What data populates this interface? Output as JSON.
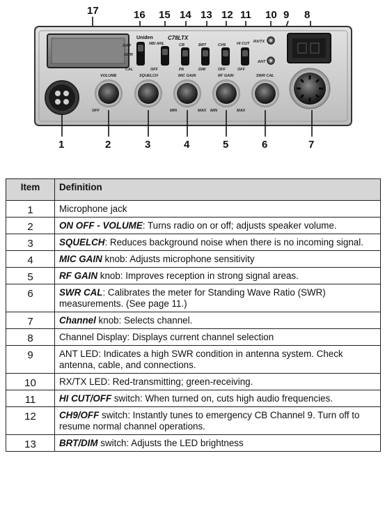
{
  "figure": {
    "brand": "Uniden",
    "model": "C78LTX",
    "callouts": [
      "17",
      "16",
      "15",
      "14",
      "13",
      "12",
      "11",
      "10",
      "9",
      "8",
      "1",
      "2",
      "3",
      "4",
      "5",
      "6",
      "7"
    ],
    "panel_labels": {
      "volume": "VOLUME",
      "squelch": "SQUELCH",
      "mic_gain": "MIC GAIN",
      "rf_gain": "RF GAIN",
      "swr_cal": "SWR CAL",
      "off": "OFF",
      "min": "MIN",
      "max": "MAX",
      "s_rf": "S/RF",
      "swr": "SWR",
      "cal": "CAL",
      "nb_anl": "NB/ ANL",
      "sw_off": "OFF",
      "cb": "CB",
      "pa": "PA",
      "brt": "BRT",
      "dim": "DIM",
      "ch9": "CH9",
      "off2": "OFF",
      "hi_cut": "HI CUT",
      "off3": "OFF",
      "rx_tx": "RX/TX",
      "ant": "ANT"
    }
  },
  "table": {
    "headers": {
      "item": "Item",
      "definition": "Definition"
    },
    "rows": [
      {
        "item": "1",
        "term": "",
        "text": "Microphone jack"
      },
      {
        "item": "2",
        "term": "ON OFF - VOLUME",
        "text": ": Turns radio on or off; adjusts speaker volume."
      },
      {
        "item": "3",
        "term": "SQUELCH",
        "text": ": Reduces background noise when there is no incoming signal."
      },
      {
        "item": "4",
        "term": "MIC GAIN",
        "text": " knob: Adjusts microphone sensitivity"
      },
      {
        "item": "5",
        "term": "RF GAIN",
        "text": " knob: Improves reception in strong signal areas."
      },
      {
        "item": "6",
        "term": "SWR CAL",
        "text": ": Calibrates the meter for Standing Wave Ratio (SWR) measurements. (See page 11.)"
      },
      {
        "item": "7",
        "term": "Channel",
        "text": " knob: Selects channel."
      },
      {
        "item": "8",
        "term": "",
        "text": "Channel Display: Displays current channel selection"
      },
      {
        "item": "9",
        "term": "",
        "text": "ANT LED: Indicates a high SWR condition in antenna system. Check antenna, cable, and connections."
      },
      {
        "item": "10",
        "term": "",
        "text": "RX/TX LED: Red-transmitting; green-receiving."
      },
      {
        "item": "11",
        "term": "HI CUT/OFF",
        "text": " switch: When turned on, cuts high audio frequencies."
      },
      {
        "item": "12",
        "term": "CH9/OFF",
        "text": " switch: Instantly tunes to emergency CB Channel 9. Turn off to resume normal channel operations."
      },
      {
        "item": "13",
        "term": "BRT/DIM",
        "text": " switch: Adjusts the LED brightness"
      }
    ]
  }
}
